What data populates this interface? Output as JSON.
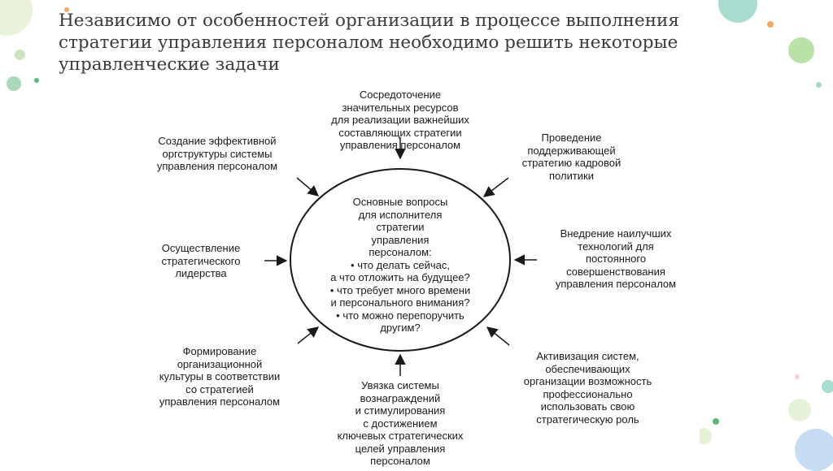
{
  "slide": {
    "title_lines": [
      "Независимо от особенностей организации в процессе выполнения",
      "стратегии управления персоналом необходимо решить некоторые",
      "управленческие задачи"
    ]
  },
  "diagram": {
    "center": {
      "heading_lines": [
        "Основные вопросы",
        "для исполнителя",
        "стратегии",
        "управления",
        "персоналом:"
      ],
      "bullets": [
        [
          "что делать сейчас,",
          "а что отложить на будущее?"
        ],
        [
          "что требует много времени",
          "и персонального внимания?"
        ],
        [
          "что можно перепоручить",
          "другим?"
        ]
      ]
    },
    "nodes": {
      "top": [
        "Сосредоточение",
        "значительных ресурсов",
        "для реализации важнейших",
        "составляющих стратегии",
        "управления персоналом"
      ],
      "top_left": [
        "Создание эффективной",
        "оргструктуры системы",
        "управления персоналом"
      ],
      "top_right": [
        "Проведение",
        "поддерживающей",
        "стратегию кадровой",
        "политики"
      ],
      "left": [
        "Осуществление",
        "стратегического",
        "лидерства"
      ],
      "right": [
        "Внедрение наилучших",
        "технологий для",
        "постоянного",
        "совершенствования",
        "управления персоналом"
      ],
      "bottom_left": [
        "Формирование",
        "организационной",
        "культуры в соответствии",
        "со стратегией",
        "управления персоналом"
      ],
      "bottom": [
        "Увязка системы",
        "вознаграждений",
        "и стимулирования",
        "с достижением",
        "ключевых стратегических",
        "целей управления",
        "персоналом"
      ],
      "bottom_right": [
        "Активизация систем,",
        "обеспечивающих",
        "организации возможность",
        "профессионально",
        "использовать свою",
        "стратегическую роль"
      ]
    }
  }
}
